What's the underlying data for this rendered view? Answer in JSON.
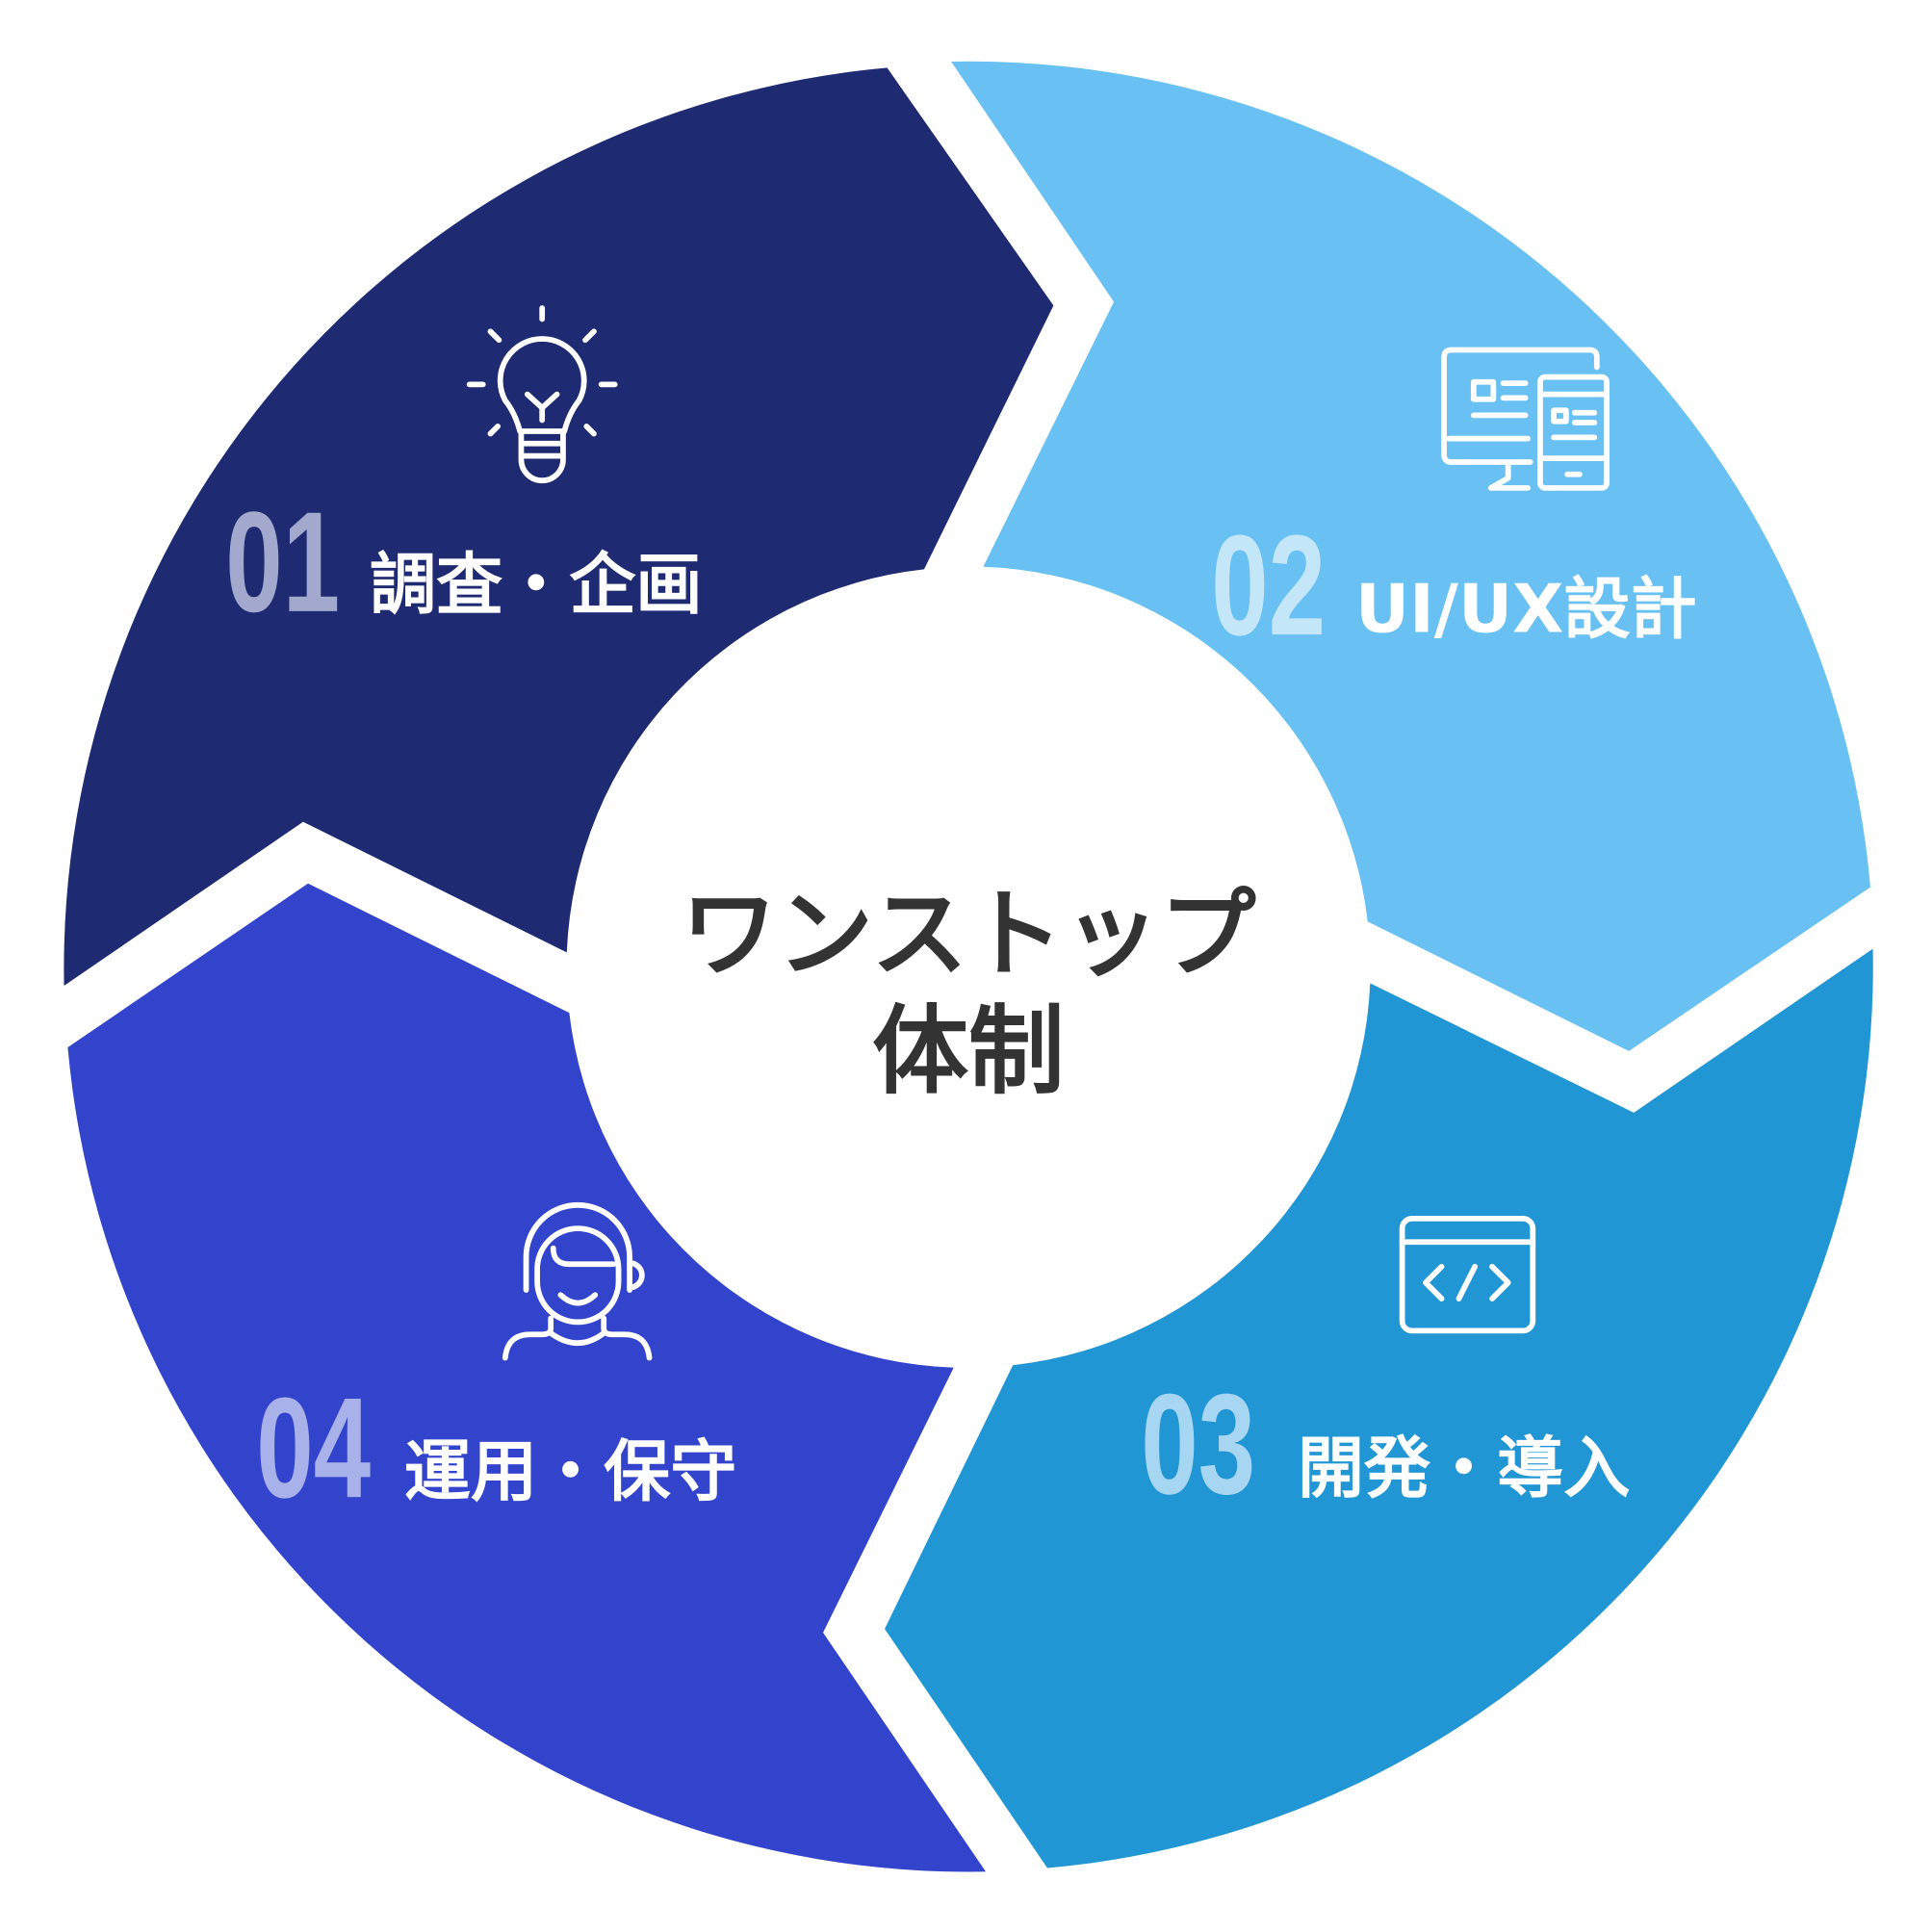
{
  "center": {
    "line1": "ワンストップ",
    "line2": "体制"
  },
  "steps": [
    {
      "number": "01",
      "label": "調査・企画",
      "icon": "lightbulb-icon",
      "color": "#1e2a72",
      "number_color": "#a3a9cc"
    },
    {
      "number": "02",
      "label": "UI/UX設計",
      "icon": "devices-icon",
      "color": "#68c1f2",
      "number_color": "#c4e6f9"
    },
    {
      "number": "03",
      "label": "開発・導入",
      "icon": "code-window-icon",
      "color": "#2196d4",
      "number_color": "#a6d6f1"
    },
    {
      "number": "04",
      "label": "運用・保守",
      "icon": "support-headset-icon",
      "color": "#3344cc",
      "number_color": "#a9b1ea"
    }
  ]
}
